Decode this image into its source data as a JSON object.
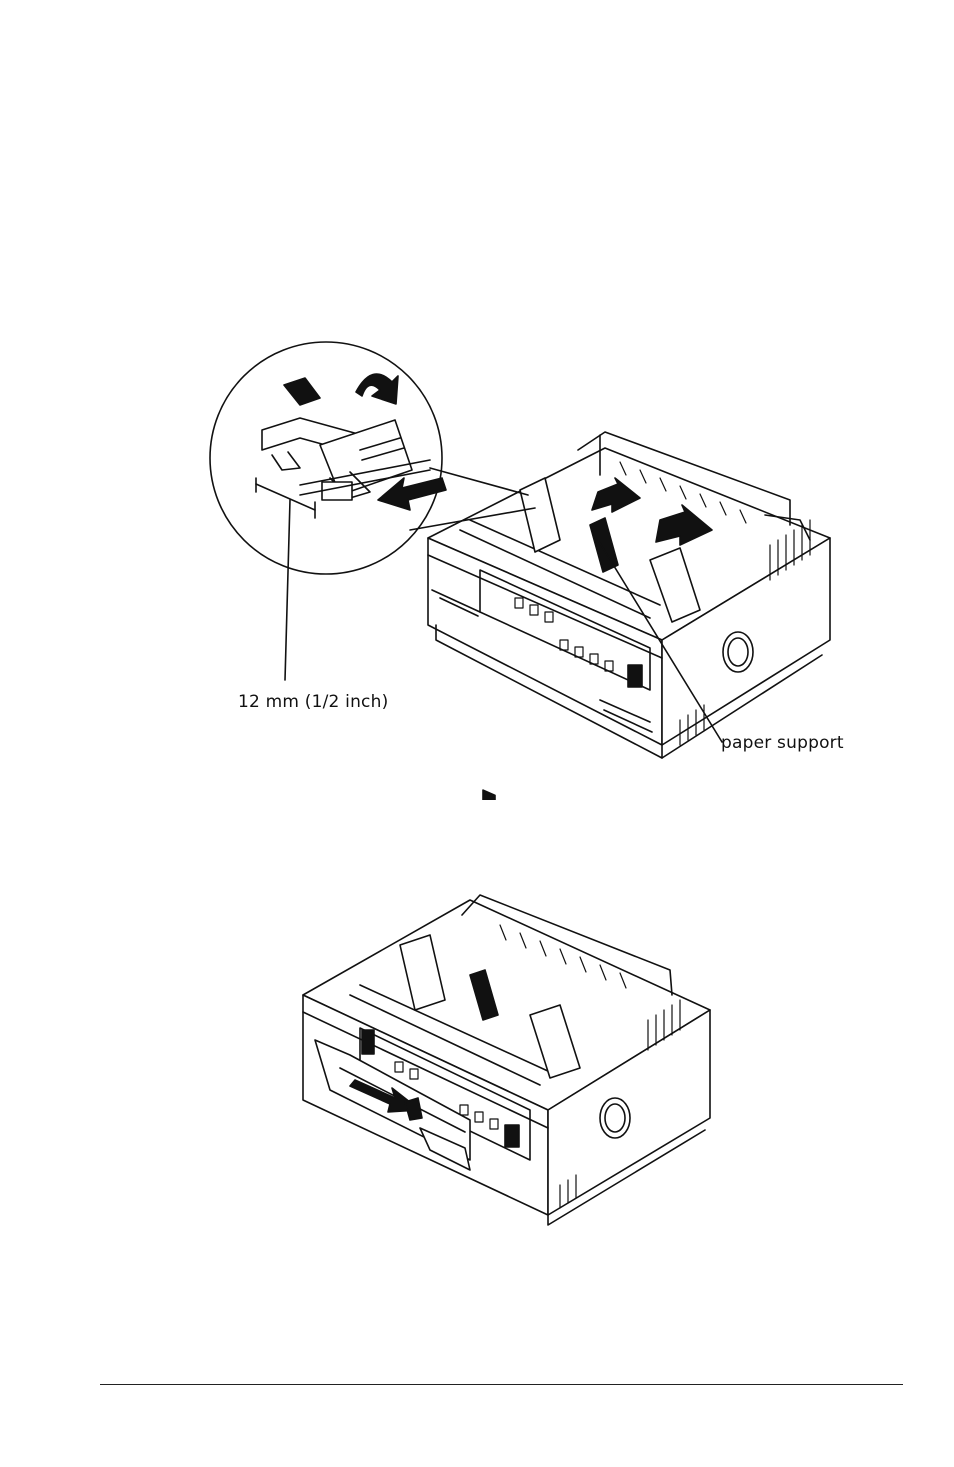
{
  "figure_top": {
    "callouts": {
      "distance": "12 mm (1/2 inch)",
      "paper_support": "paper support"
    },
    "icons": [
      "magnifier-inset",
      "push-arrow",
      "slide-arrows",
      "rotate-arrow",
      "printer"
    ]
  },
  "figure_bottom": {
    "icons": [
      "printer",
      "down-arrow"
    ]
  }
}
